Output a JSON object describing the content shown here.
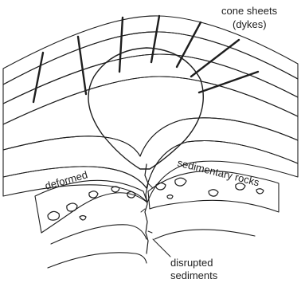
{
  "labels": {
    "cone_sheets_line1": "cone sheets",
    "cone_sheets_line2": "(dykes)",
    "deformed": "deformed",
    "sedimentary_rocks": "sedimentary rocks",
    "disrupted_line1": "disrupted",
    "disrupted_line2": "sediments"
  },
  "colors": {
    "ink": "#1e1e1e",
    "background": "#ffffff"
  }
}
